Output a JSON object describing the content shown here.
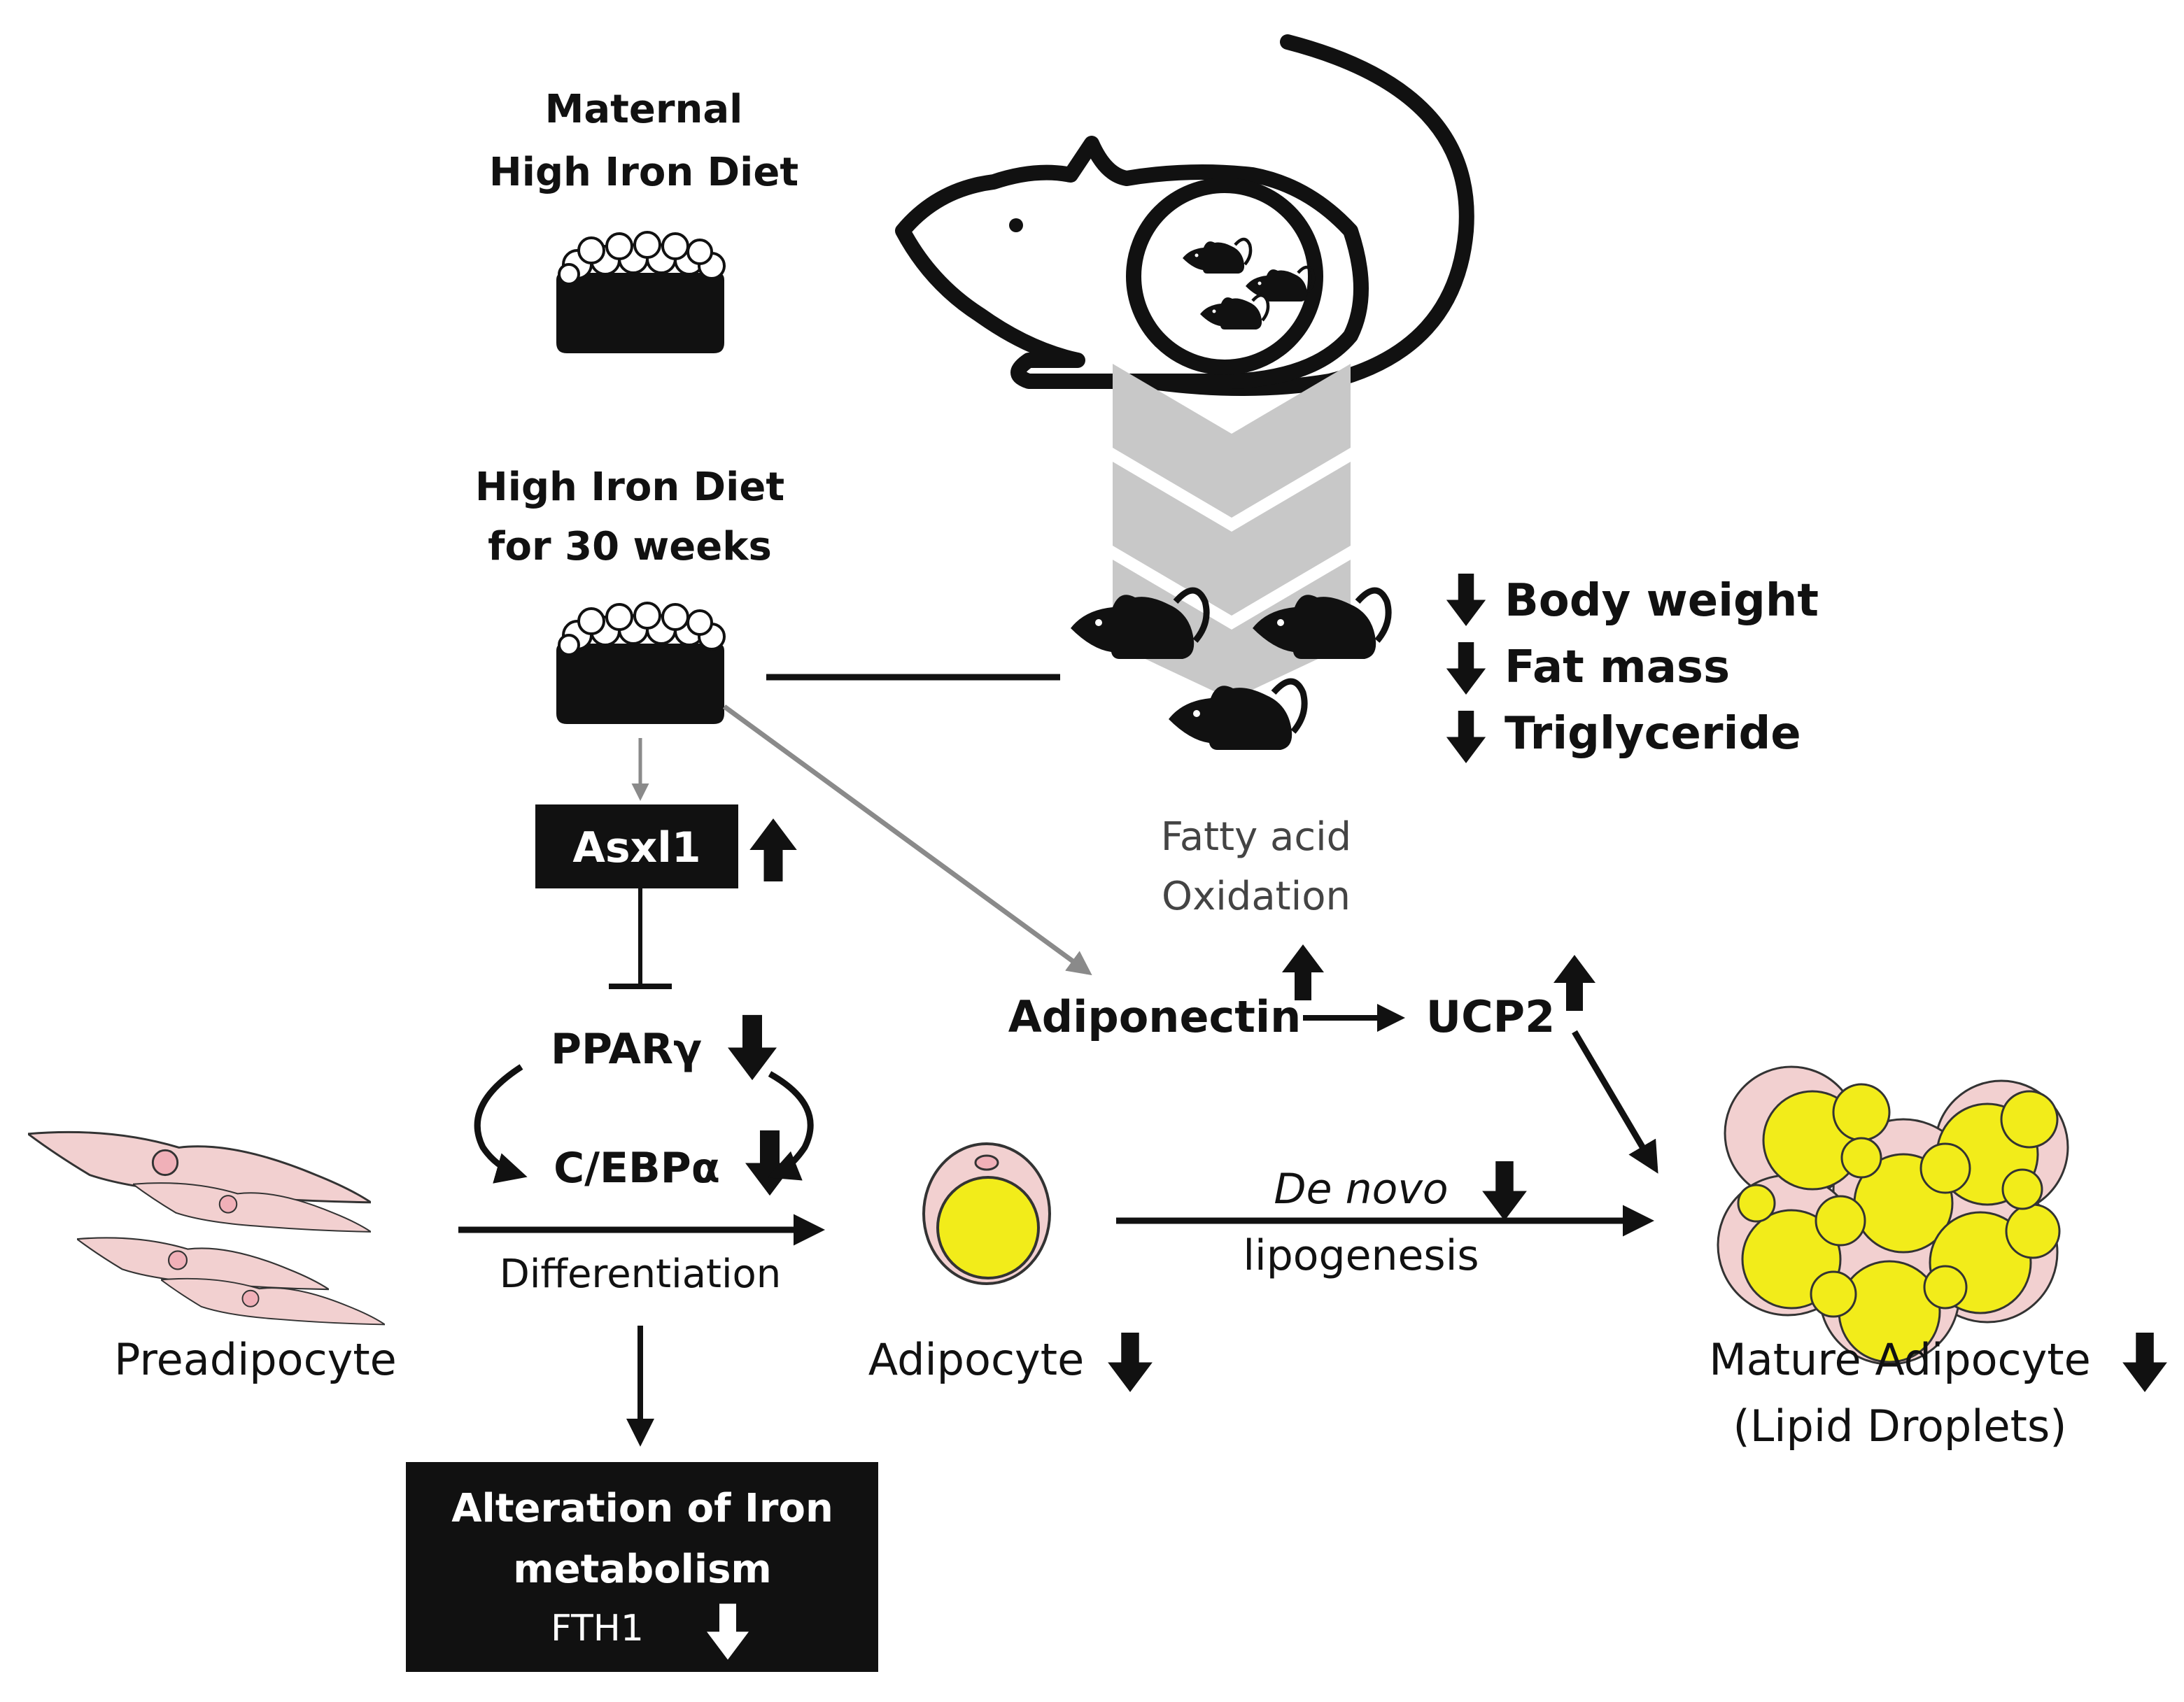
{
  "maternal_diet": {
    "line1": "Maternal",
    "line2": "High Iron Diet"
  },
  "hid": {
    "line1": "High Iron Diet",
    "line2": "for 30 weeks"
  },
  "outcomes": [
    "Body weight",
    "Fat mass",
    "Triglyceride"
  ],
  "fao": {
    "line1": "Fatty acid",
    "line2": "Oxidation"
  },
  "asxl1": "Asxl1",
  "ppar": "PPARγ",
  "cebp": "C/EBPα",
  "adiponectin": "Adiponectin",
  "ucp2": "UCP2",
  "differentiation": "Differentiation",
  "denovo": "De novo",
  "lipogenesis": "lipogenesis",
  "preadipocyte": "Preadipocyte",
  "adipocyte": "Adipocyte",
  "mature": {
    "line1": "Mature Adipocyte",
    "line2": "(Lipid Droplets)"
  },
  "iron_box": {
    "line1": "Alteration of Iron",
    "line2": "metabolism",
    "line3": "FTH1"
  },
  "colors": {
    "black": "#111111",
    "gray_arrow": "#8a8a8a",
    "chevron": "#c8c8c8",
    "cell_pink": "#f2d0d0",
    "nucleus": "#f0b0b8",
    "lipid_yellow": "#f2ec1a"
  }
}
